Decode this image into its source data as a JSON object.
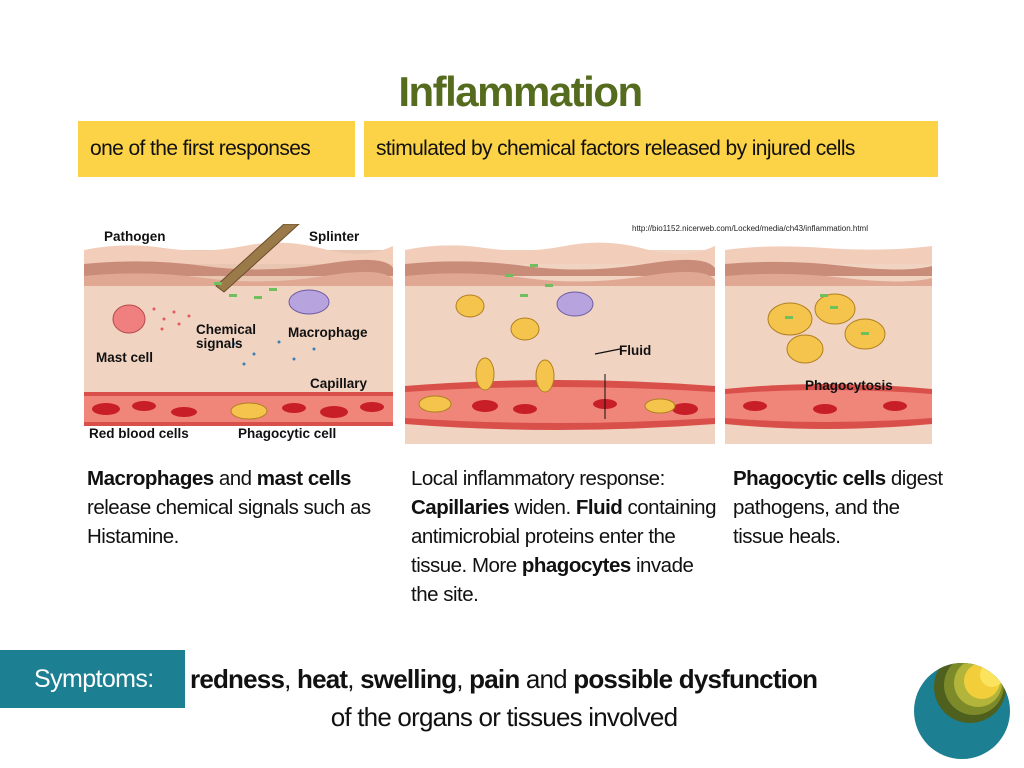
{
  "title": "Inflammation",
  "tags": {
    "left": "one of the first responses",
    "right": "stimulated by chemical factors released by injured cells"
  },
  "source_url": "http://bio1152.nicerweb.com/Locked/media/ch43/inflammation.html",
  "figure": {
    "panel1": {
      "pathogen": "Pathogen",
      "splinter": "Splinter",
      "chemical_signals_1": "Chemical",
      "chemical_signals_2": "signals",
      "macrophage": "Macrophage",
      "mast_cell": "Mast cell",
      "capillary": "Capillary",
      "red_blood_cells": "Red blood cells",
      "phagocytic_cell": "Phagocytic cell"
    },
    "panel2": {
      "fluid": "Fluid"
    },
    "panel3": {
      "phagocytosis": "Phagocytosis"
    }
  },
  "desc1": {
    "b1": "Macrophages",
    "t1": " and ",
    "b2": "mast cells",
    "t2": " release chemical signals such as Histamine."
  },
  "desc2": {
    "t1": "Local inflammatory response: ",
    "b1": "Capillaries",
    "t2": " widen. ",
    "b2": "Fluid",
    "t3": " containing antimicrobial proteins enter the tissue. More ",
    "b3": "phagocytes",
    "t4": " invade the site."
  },
  "desc3": {
    "b1": "Phagocytic cells",
    "t1": " digest pathogens, and the tissue heals."
  },
  "symptoms": {
    "label": "Symptoms:",
    "s1": "redness",
    "c1": ", ",
    "s2": "heat",
    "c2": ", ",
    "s3": "swelling",
    "c3": ", ",
    "s4": "pain",
    "and": " and ",
    "s5": "possible dysfunction",
    "line2": "of the organs or tissues involved"
  },
  "colors": {
    "title": "#556b1e",
    "tag_bg": "#fcd246",
    "symptoms_bg": "#1c7f92"
  }
}
